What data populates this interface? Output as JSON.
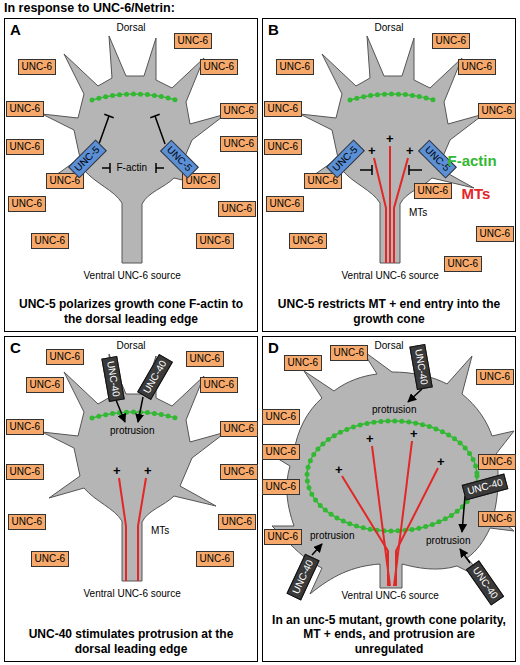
{
  "diagram": {
    "title": "In response to UNC-6/Netrin:",
    "nodes": [
      {
        "text": [
          "A",
          "Dorsal",
          "UNC-5 polarizes growth cone F-actin to the dorsal leading edge"
        ]
      },
      {
        "text": [
          "UNC-6"
        ],
        "in": 0
      },
      {
        "text": [
          "UNC-6"
        ],
        "in": 0
      },
      {
        "text": [
          "UNC-6"
        ],
        "in": 0
      },
      {
        "text": [
          "UNC-6"
        ],
        "in": 0
      },
      {
        "text": [
          "UNC-6"
        ],
        "in": 0
      },
      {
        "text": [
          "UNC-6"
        ],
        "in": 0
      },
      {
        "text": [
          "UNC-6"
        ],
        "in": 0
      },
      {
        "text": [
          "UNC-6"
        ],
        "in": 0
      },
      {
        "text": [
          "UNC-6"
        ],
        "in": 0
      },
      {
        "text": [
          "UNC-6"
        ],
        "in": 0
      },
      {
        "text": [
          "UNC-6"
        ],
        "in": 0
      },
      {
        "text": [
          "UNC-6"
        ],
        "in": 0
      },
      {
        "text": [
          "UNC-6"
        ],
        "in": 0
      },
      {
        "text": [
          "UNC-5"
        ],
        "in": 0
      },
      {
        "text": [
          "UNC-5"
        ],
        "in": 0
      },
      {
        "text": [
          "B",
          "Dorsal",
          "UNC-5 restricts MT + end entry into the growth cone"
        ]
      },
      {
        "text": [
          "UNC-6"
        ],
        "in": 16
      },
      {
        "text": [
          "UNC-6"
        ],
        "in": 16
      },
      {
        "text": [
          "UNC-6"
        ],
        "in": 16
      },
      {
        "text": [
          "UNC-6"
        ],
        "in": 16
      },
      {
        "text": [
          "UNC-6"
        ],
        "in": 16
      },
      {
        "text": [
          "UNC-6"
        ],
        "in": 16
      },
      {
        "text": [
          "UNC-6"
        ],
        "in": 16
      },
      {
        "text": [
          "UNC-6"
        ],
        "in": 16
      },
      {
        "text": [
          "UNC-6"
        ],
        "in": 16
      },
      {
        "text": [
          "UNC-6"
        ],
        "in": 16
      },
      {
        "text": [
          "UNC-6"
        ],
        "in": 16
      },
      {
        "text": [
          "UNC-6"
        ],
        "in": 16
      },
      {
        "text": [
          "UNC-5"
        ],
        "in": 16
      },
      {
        "text": [
          "UNC-5"
        ],
        "in": 16
      },
      {
        "text": [
          "C",
          "Dorsal",
          "UNC-40 stimulates protrusion at the dorsal leading edge"
        ]
      },
      {
        "text": [
          "UNC-6"
        ],
        "in": 31
      },
      {
        "text": [
          "UNC-6"
        ],
        "in": 31
      },
      {
        "text": [
          "UNC-6"
        ],
        "in": 31
      },
      {
        "text": [
          "UNC-6"
        ],
        "in": 31
      },
      {
        "text": [
          "UNC-6"
        ],
        "in": 31
      },
      {
        "text": [
          "UNC-6"
        ],
        "in": 31
      },
      {
        "text": [
          "UNC-6"
        ],
        "in": 31
      },
      {
        "text": [
          "UNC-6"
        ],
        "in": 31
      },
      {
        "text": [
          "UNC-6"
        ],
        "in": 31
      },
      {
        "text": [
          "UNC-6"
        ],
        "in": 31
      },
      {
        "text": [
          "UNC-6"
        ],
        "in": 31
      },
      {
        "text": [
          "UNC-6"
        ],
        "in": 31
      },
      {
        "text": [
          "UNC-40"
        ],
        "in": 31
      },
      {
        "text": [
          "UNC-40"
        ],
        "in": 31
      },
      {
        "text": [
          "D",
          "Dorsal",
          "In an unc-5 mutant, growth cone polarity, MT + ends, and protrusion are unregulated"
        ]
      },
      {
        "text": [
          "UNC-6"
        ],
        "in": 46
      },
      {
        "text": [
          "UNC-6"
        ],
        "in": 46
      },
      {
        "text": [
          "UNC-6"
        ],
        "in": 46
      },
      {
        "text": [
          "UNC-6"
        ],
        "in": 46
      },
      {
        "text": [
          "UNC-6"
        ],
        "in": 46
      },
      {
        "text": [
          "UNC-6"
        ],
        "in": 46
      },
      {
        "text": [
          "UNC-6"
        ],
        "in": 46
      },
      {
        "text": [
          "UNC-6"
        ],
        "in": 46
      },
      {
        "text": [
          "UNC-6"
        ],
        "in": 46
      },
      {
        "text": [
          "UNC-40"
        ],
        "in": 46
      },
      {
        "text": [
          "UNC-40"
        ],
        "in": 46
      },
      {
        "text": [
          "UNC-40"
        ],
        "in": 46
      },
      {
        "text": [
          "UNC-40"
        ],
        "in": 46
      }
    ],
    "labels": [
      "F-actin",
      "Ventral UNC-6 source",
      "+",
      "+",
      "+",
      "MTs",
      "Ventral UNC-6 source",
      "protrusion",
      "+",
      "+",
      "MTs",
      "Ventral UNC-6 source",
      "protrusion",
      "protrusion",
      "protrusion",
      "+",
      "+",
      "+",
      "+",
      "Ventral UNC-6 source"
    ],
    "legend": [
      {
        "text": "F-actin",
        "color": "#33b833"
      },
      {
        "text": "MTs",
        "color": "#e32626"
      }
    ]
  }
}
